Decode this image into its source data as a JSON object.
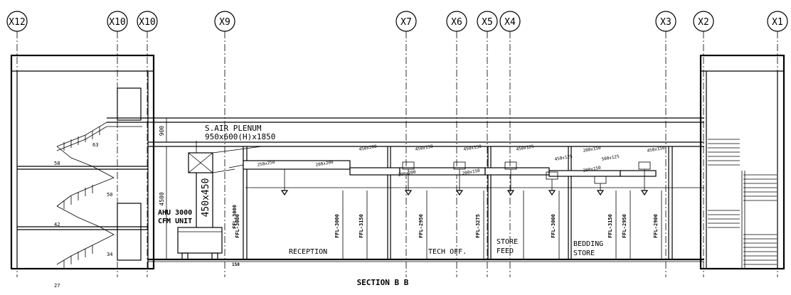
{
  "title": "SECTION B B",
  "grid_axes": [
    "X12",
    "X10",
    "X10",
    "X9",
    "X7",
    "X6",
    "X5",
    "X4",
    "X3",
    "X2",
    "X1"
  ],
  "rooms": {
    "reception": "RECEPTION",
    "tech_off": "TECH OFF.",
    "store_feed_1": "STORE",
    "store_feed_2": "FEED",
    "bedding_store_1": "BEDDING",
    "bedding_store_2": "STORE"
  },
  "equipment": {
    "plenum_label": "S.AIR PLENUM",
    "plenum_size": "950x600(H)x1850",
    "ahu_line1": "AHU 3000",
    "ahu_line2": "CFM UNIT",
    "riser_size": "450x450"
  },
  "dimensions": {
    "dim_900": "900",
    "dim_4500": "4500",
    "dim_150": "150",
    "ahu_ffl": "FFL-3000"
  },
  "stair_levels": [
    "63",
    "58",
    "50",
    "42",
    "34",
    "27"
  ],
  "duct_sizes": [
    "250x250",
    "200x200",
    "450x200",
    "450x150",
    "450x150",
    "450x125",
    "450x125",
    "200x150",
    "500x125",
    "450x150",
    "200x200",
    "200x150",
    "200x150"
  ],
  "ffl_labels": [
    "FFL-3000",
    "FFL-3150",
    "FFL-3000",
    "FFL-3275",
    "FFL-2950",
    "FFL-3000",
    "FFL-3150",
    "FFL-2900",
    "FFL-2950"
  ]
}
